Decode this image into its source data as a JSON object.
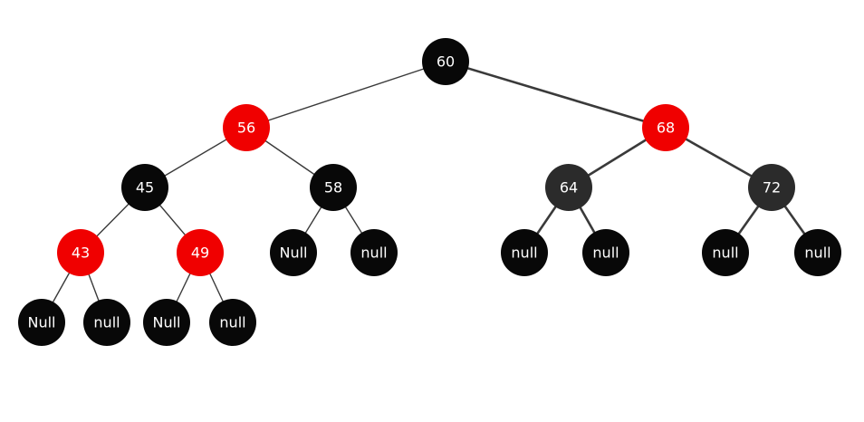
{
  "colors": {
    "red": "#f00000",
    "black": "#080808",
    "dark_gray": "#2b2b2b"
  },
  "nodes": [
    {
      "id": "n60",
      "label": "60",
      "color": "black"
    },
    {
      "id": "n56",
      "label": "56",
      "color": "red"
    },
    {
      "id": "n68",
      "label": "68",
      "color": "red"
    },
    {
      "id": "n45",
      "label": "45",
      "color": "black"
    },
    {
      "id": "n58",
      "label": "58",
      "color": "black"
    },
    {
      "id": "n64",
      "label": "64",
      "color": "dark_gray"
    },
    {
      "id": "n72",
      "label": "72",
      "color": "dark_gray"
    },
    {
      "id": "n43",
      "label": "43",
      "color": "red"
    },
    {
      "id": "n49",
      "label": "49",
      "color": "red"
    },
    {
      "id": "l58a",
      "label": "Null",
      "color": "black"
    },
    {
      "id": "l58b",
      "label": "null",
      "color": "black"
    },
    {
      "id": "l64a",
      "label": "null",
      "color": "black"
    },
    {
      "id": "l64b",
      "label": "null",
      "color": "black"
    },
    {
      "id": "l72a",
      "label": "null",
      "color": "black"
    },
    {
      "id": "l72b",
      "label": "null",
      "color": "black"
    },
    {
      "id": "l43a",
      "label": "Null",
      "color": "black"
    },
    {
      "id": "l43b",
      "label": "null",
      "color": "black"
    },
    {
      "id": "l49a",
      "label": "Null",
      "color": "black"
    },
    {
      "id": "l49b",
      "label": "null",
      "color": "black"
    }
  ],
  "edges": [
    [
      "n60",
      "n56"
    ],
    [
      "n60",
      "n68"
    ],
    [
      "n56",
      "n45"
    ],
    [
      "n56",
      "n58"
    ],
    [
      "n68",
      "n64"
    ],
    [
      "n68",
      "n72"
    ],
    [
      "n45",
      "n43"
    ],
    [
      "n45",
      "n49"
    ],
    [
      "n58",
      "l58a"
    ],
    [
      "n58",
      "l58b"
    ],
    [
      "n64",
      "l64a"
    ],
    [
      "n64",
      "l64b"
    ],
    [
      "n72",
      "l72a"
    ],
    [
      "n72",
      "l72b"
    ],
    [
      "n43",
      "l43a"
    ],
    [
      "n43",
      "l43b"
    ],
    [
      "n49",
      "l49a"
    ],
    [
      "n49",
      "l49b"
    ]
  ]
}
